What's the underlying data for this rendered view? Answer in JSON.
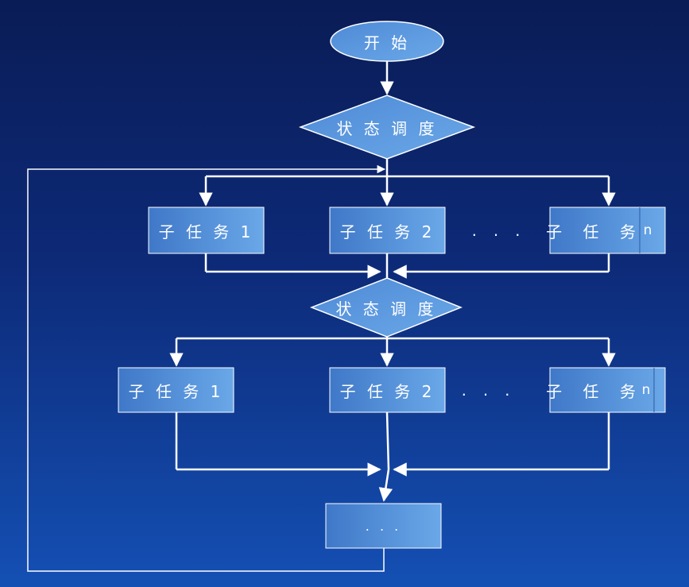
{
  "colors": {
    "box_fill_light": "#6aa8e8",
    "box_fill_dark": "#3f78c8",
    "stroke": "#ffffff"
  },
  "start": {
    "label": "开 始"
  },
  "dispatch_1": {
    "label": "状 态 调 度"
  },
  "dispatch_2": {
    "label": "状 态 调 度"
  },
  "row1": {
    "task_1": "子 任 务 1",
    "task_2": "子 任 务 2",
    "ellipsis": ". . .",
    "task_n": "子 任 务",
    "task_n_suffix": "n"
  },
  "row2": {
    "task_1": "子 任 务 1",
    "task_2": "子 任 务 2",
    "ellipsis": ". . .",
    "task_n": "子 任 务",
    "task_n_suffix": "n"
  },
  "final_box": {
    "label": ". . ."
  }
}
